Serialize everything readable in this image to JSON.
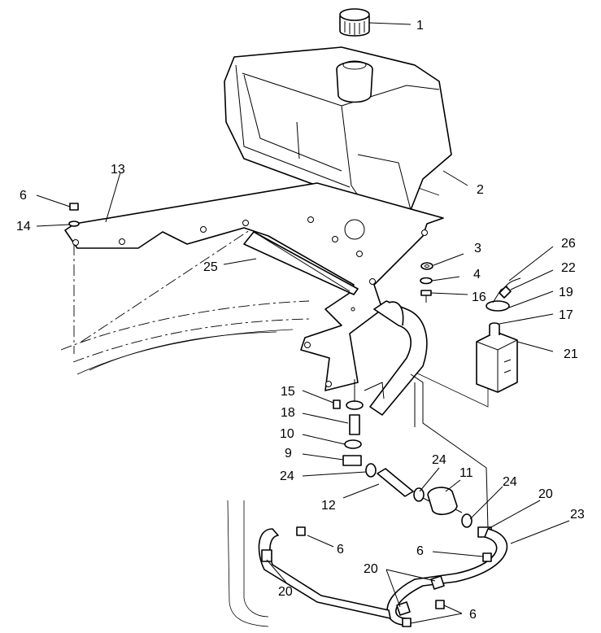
{
  "callouts": [
    {
      "id": "c1",
      "label": "1"
    },
    {
      "id": "c2",
      "label": "2"
    },
    {
      "id": "c3",
      "label": "3"
    },
    {
      "id": "c4",
      "label": "4"
    },
    {
      "id": "c6a",
      "label": "6"
    },
    {
      "id": "c6b",
      "label": "6"
    },
    {
      "id": "c6c",
      "label": "6"
    },
    {
      "id": "c6d",
      "label": "6"
    },
    {
      "id": "c9",
      "label": "9"
    },
    {
      "id": "c10",
      "label": "10"
    },
    {
      "id": "c11",
      "label": "11"
    },
    {
      "id": "c12",
      "label": "12"
    },
    {
      "id": "c13",
      "label": "13"
    },
    {
      "id": "c14",
      "label": "14"
    },
    {
      "id": "c15",
      "label": "15"
    },
    {
      "id": "c16",
      "label": "16"
    },
    {
      "id": "c17",
      "label": "17"
    },
    {
      "id": "c18",
      "label": "18"
    },
    {
      "id": "c19",
      "label": "19"
    },
    {
      "id": "c20a",
      "label": "20"
    },
    {
      "id": "c20b",
      "label": "20"
    },
    {
      "id": "c20c",
      "label": "20"
    },
    {
      "id": "c21",
      "label": "21"
    },
    {
      "id": "c22",
      "label": "22"
    },
    {
      "id": "c23",
      "label": "23"
    },
    {
      "id": "c24a",
      "label": "24"
    },
    {
      "id": "c24b",
      "label": "24"
    },
    {
      "id": "c24c",
      "label": "24"
    },
    {
      "id": "c25",
      "label": "25"
    },
    {
      "id": "c26",
      "label": "26"
    }
  ]
}
